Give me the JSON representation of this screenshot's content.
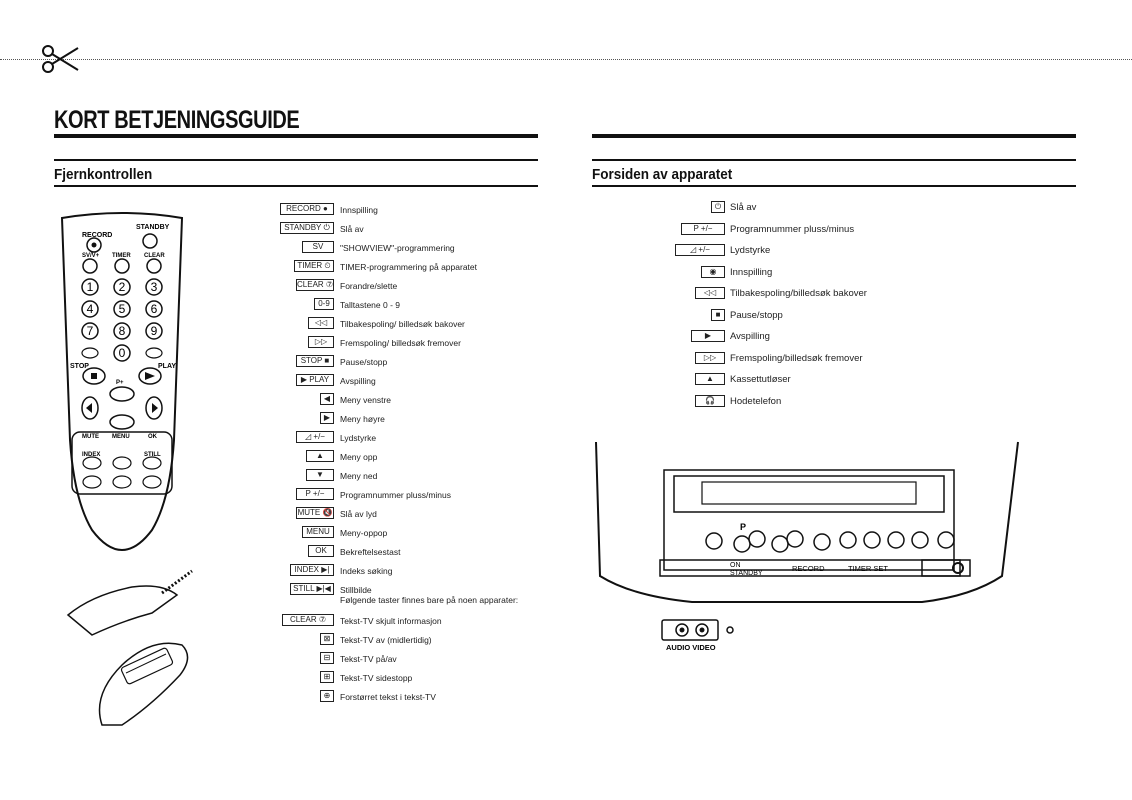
{
  "title": "KORT BETJENINGSGUIDE",
  "sections": {
    "remote_title": "Fjernkontrollen",
    "front_title": "Forsiden av apparatet"
  },
  "remote_legend": [
    {
      "key": "RECORD ●",
      "desc": "Innspilling"
    },
    {
      "key": "STANDBY ⏻",
      "desc": "Slå av"
    },
    {
      "key": "SV",
      "desc": "\"SHOWVIEW\"-programmering"
    },
    {
      "key": "TIMER ⏲",
      "desc": "TIMER-programmering på apparatet"
    },
    {
      "key": "CLEAR ⑦",
      "desc": "Forandre/slette"
    },
    {
      "key": "0-9",
      "desc": "Talltastene 0 - 9"
    },
    {
      "key": "◁◁",
      "desc": "Tilbakespoling/ billedsøk bakover"
    },
    {
      "key": "▷▷",
      "desc": "Fremspoling/ billedsøk fremover"
    },
    {
      "key": "STOP ■",
      "desc": "Pause/stopp"
    },
    {
      "key": "▶ PLAY",
      "desc": "Avspilling"
    },
    {
      "key": "◀",
      "desc": "Meny venstre"
    },
    {
      "key": "▶",
      "desc": "Meny høyre"
    },
    {
      "key": "◿ +/−",
      "desc": "Lydstyrke"
    },
    {
      "key": "▲",
      "desc": "Meny opp"
    },
    {
      "key": "▼",
      "desc": "Meny ned"
    },
    {
      "key": "P +/−",
      "desc": "Programnummer pluss/minus"
    },
    {
      "key": "MUTE 🔇",
      "desc": "Slå av lyd"
    },
    {
      "key": "MENU",
      "desc": "Meny-oppop"
    },
    {
      "key": "OK",
      "desc": "Bekreftelsestast"
    },
    {
      "key": "INDEX ▶|",
      "desc": "Indeks søking"
    },
    {
      "key": "STILL ▶|◀",
      "desc": "Stillbilde"
    }
  ],
  "note": "Følgende taster finnes bare på noen apparater:",
  "remote_legend_extra": [
    {
      "key": "CLEAR ⑦",
      "desc": "Tekst-TV skjult informasjon"
    },
    {
      "key": "⊠",
      "desc": "Tekst-TV av (midlertidig)"
    },
    {
      "key": "⊟",
      "desc": "Tekst-TV på/av"
    },
    {
      "key": "⊞",
      "desc": "Tekst-TV sidestopp"
    },
    {
      "key": "⊕",
      "desc": "Forstørret tekst i tekst-TV"
    }
  ],
  "front_legend": [
    {
      "key": "⏻",
      "desc": "Slå av"
    },
    {
      "key": "P +/−",
      "desc": "Programnummer pluss/minus"
    },
    {
      "key": "◿ +/−",
      "desc": "Lydstyrke"
    },
    {
      "key": "◉",
      "desc": "Innspilling"
    },
    {
      "key": "◁◁",
      "desc": "Tilbakespoling/billedsøk bakover"
    },
    {
      "key": "■",
      "desc": "Pause/stopp"
    },
    {
      "key": "▶",
      "desc": "Avspilling"
    },
    {
      "key": "▷▷",
      "desc": "Fremspoling/billedsøk fremover"
    },
    {
      "key": "▲",
      "desc": "Kassettutløser"
    },
    {
      "key": "🎧",
      "desc": "Hodetelefon"
    }
  ],
  "remote_labels": {
    "record": "RECORD",
    "standby": "STANDBY",
    "svv": "SV/V+",
    "timer": "TIMER",
    "clear": "CLEAR",
    "stop": "STOP",
    "play": "PLAY",
    "p_plus": "P+",
    "mute": "MUTE",
    "menu": "MENU",
    "ok": "OK",
    "index": "INDEX",
    "still": "STILL",
    "digits": [
      "1",
      "2",
      "3",
      "4",
      "5",
      "6",
      "7",
      "8",
      "9",
      "0"
    ]
  },
  "device_labels": {
    "p": "P",
    "on": "ON",
    "standby": "STANDBY",
    "record": "RECORD",
    "timer_set": "TIMER SET",
    "audio_video": "AUDIO VIDEO"
  }
}
